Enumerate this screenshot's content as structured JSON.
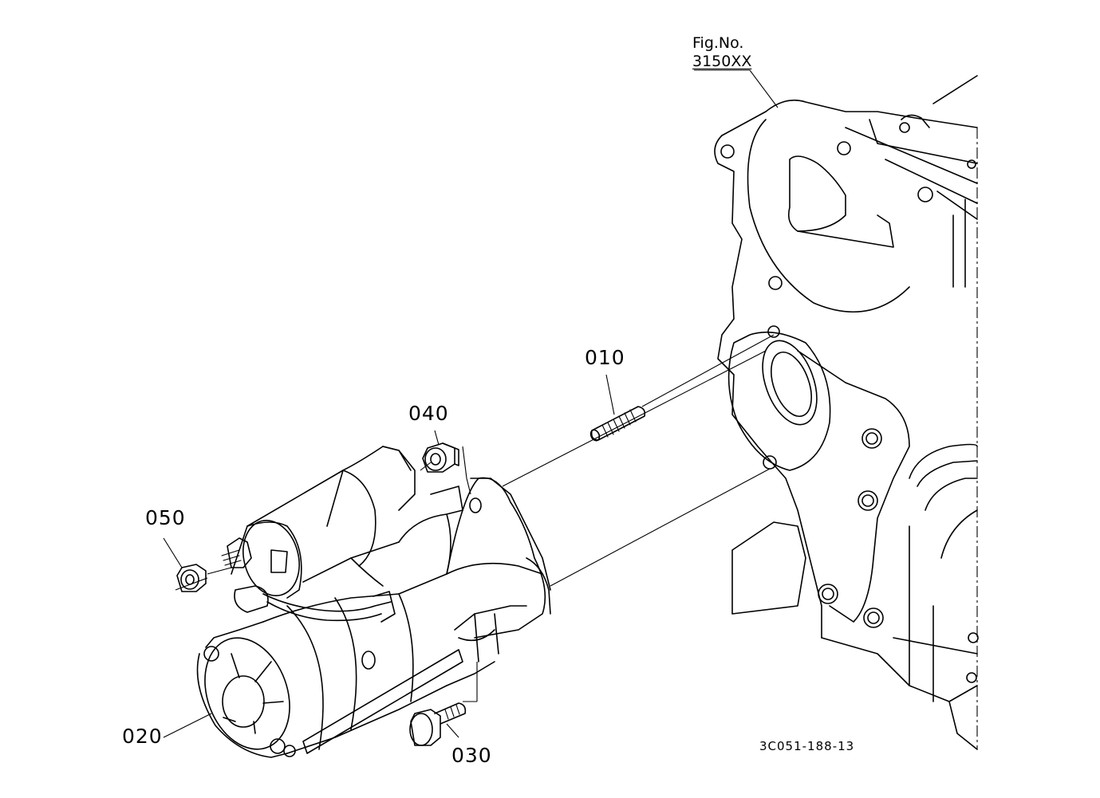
{
  "figure_ref": {
    "label": "Fig.No.",
    "number": "3150XX"
  },
  "parts": [
    {
      "ref": "010"
    },
    {
      "ref": "020"
    },
    {
      "ref": "030"
    },
    {
      "ref": "040"
    },
    {
      "ref": "050"
    }
  ],
  "drawing_code": "3C051-188-13"
}
